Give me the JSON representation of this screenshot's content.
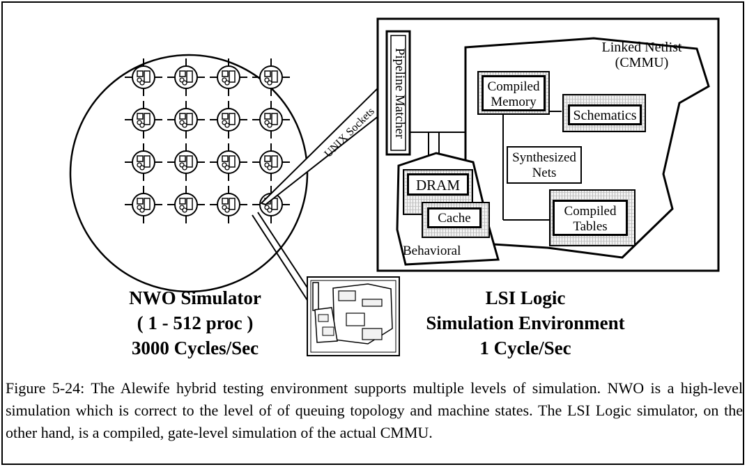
{
  "lsi": {
    "pipeline_matcher": "Pipeline Matcher",
    "unix_sockets": "UNIX Sockets",
    "linked_netlist_line1": "Linked Netlist",
    "linked_netlist_line2": "(CMMU)",
    "compiled_memory_line1": "Compiled",
    "compiled_memory_line2": "Memory",
    "schematics": "Schematics",
    "synthesized_nets_line1": "Synthesized",
    "synthesized_nets_line2": "Nets",
    "compiled_tables_line1": "Compiled",
    "compiled_tables_line2": "Tables",
    "dram": "DRAM",
    "cache": "Cache",
    "behavioral": "Behavioral"
  },
  "nwo": {
    "line1": "NWO Simulator",
    "line2": "( 1 - 512  proc )",
    "line3": "3000 Cycles/Sec",
    "grid_rows": 4,
    "grid_cols": 4
  },
  "lsi_label": {
    "line1": "LSI Logic",
    "line2": "Simulation Environment",
    "line3": "1 Cycle/Sec"
  },
  "caption": "Figure 5-24: The Alewife hybrid testing environment supports multiple levels of simulation. NWO is a high-level simulation which is correct to the level of of queuing topology and machine states. The LSI Logic simulator, on the other hand, is a compiled, gate-level simulation of the actual CMMU."
}
